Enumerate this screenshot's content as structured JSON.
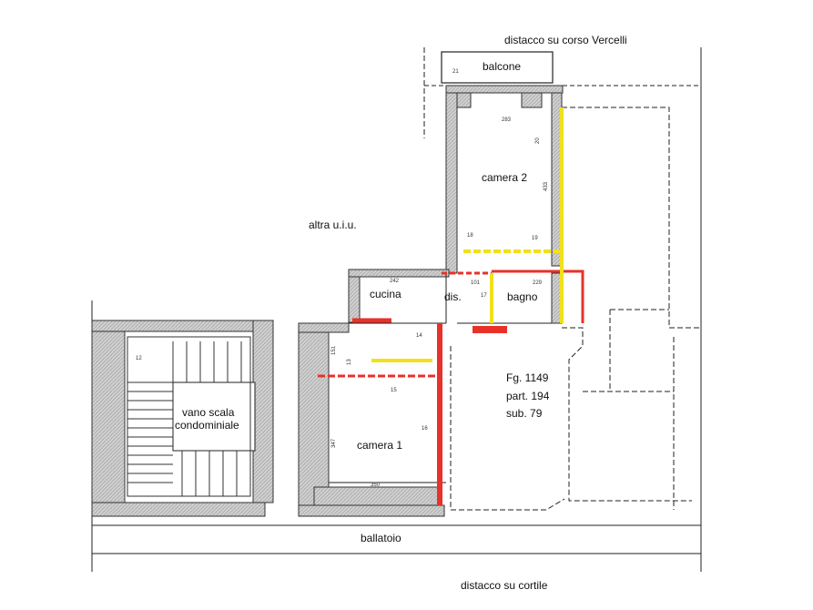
{
  "labels": {
    "top_boundary": "distacco su corso Vercelli",
    "bottom_boundary": "distacco su cortile",
    "balcone": "balcone",
    "other_unit": "altra  u.i.u.",
    "camera2": "camera 2",
    "cucina": "cucina",
    "dis": "dis.",
    "bagno": "bagno",
    "camera1": "camera 1",
    "stair_line1": "vano scala",
    "stair_line2": "condominiale",
    "ballatoio": "ballatoio",
    "cadastral_fg": "Fg. 1149",
    "cadastral_part": "part. 194",
    "cadastral_sub": "sub. 79"
  },
  "dimensions": {
    "d_balcone": "21",
    "d_cam2_width": "283",
    "d_cam2_20": "20",
    "d_cam2_height": "433",
    "d_cam2_19": "19",
    "d_dis_18": "18",
    "d_cucina_width": "242",
    "d_dis_width": "101",
    "d_bagno_width": "229",
    "d_bagno_17": "17",
    "d_cucina_14": "14",
    "d_cucina_h": "151",
    "d_stair_12": "12",
    "d_cam1_13": "13",
    "d_cam1_15": "15",
    "d_cam1_16": "16",
    "d_cam1_height": "347",
    "d_cam1_width": "350"
  },
  "colors": {
    "wall_fill": "#c8c8c8",
    "wall_stroke": "#333333",
    "demolition": "#e8312a",
    "new_construction": "#f2e01d",
    "line": "#222222"
  }
}
